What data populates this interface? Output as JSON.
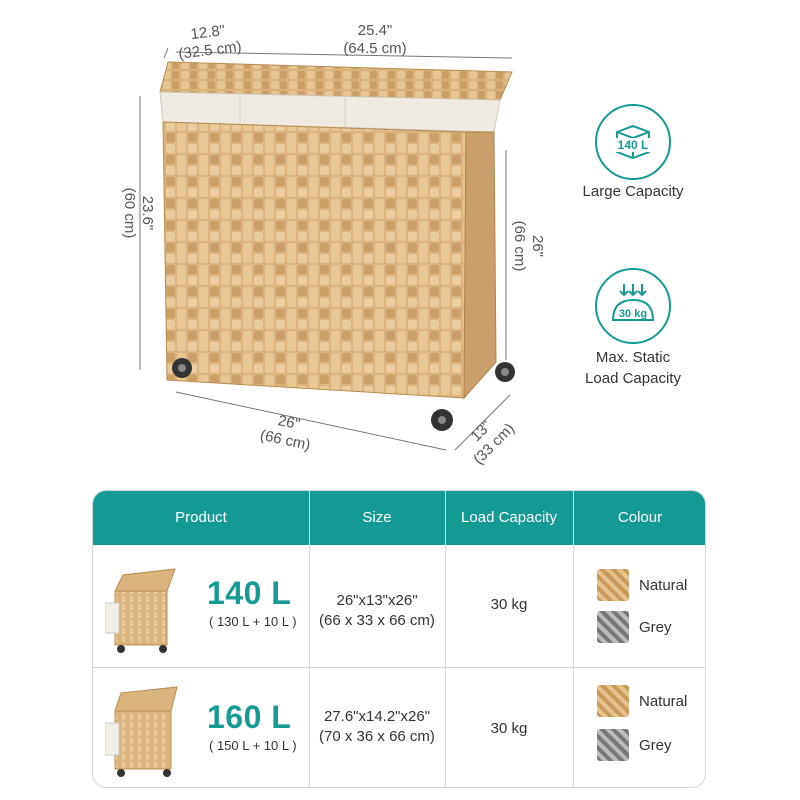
{
  "dimensions": {
    "lid_depth_in": "12.8\"",
    "lid_depth_cm": "(32.5 cm)",
    "top_width_in": "25.4\"",
    "top_width_cm": "(64.5 cm)",
    "body_height_in": "23.6\"",
    "body_height_cm": "(60 cm)",
    "total_height_in": "26\"",
    "total_height_cm": "(66 cm)",
    "base_width_in": "26\"",
    "base_width_cm": "(66 cm)",
    "base_depth_in": "13\"",
    "base_depth_cm": "(33 cm)"
  },
  "features": [
    {
      "icon": "box-icon",
      "badge": "140 L",
      "label": "Large Capacity"
    },
    {
      "icon": "weight-icon",
      "badge": "30 kg",
      "label_line1": "Max. Static",
      "label_line2": "Load Capacity"
    }
  ],
  "table": {
    "headers": [
      "Product",
      "Size",
      "Load Capacity",
      "Colour"
    ],
    "rows": [
      {
        "volume": "140 L",
        "volume_detail": "( 130 L + 10 L )",
        "size_in": "26\"x13\"x26\"",
        "size_cm": "(66 x 33 x 66 cm)",
        "load": "30 kg",
        "colours": [
          "Natural",
          "Grey"
        ]
      },
      {
        "volume": "160 L",
        "volume_detail": "( 150 L + 10 L )",
        "size_in": "27.6\"x14.2\"x26\"",
        "size_cm": "(70 x 36 x 66 cm)",
        "load": "30 kg",
        "colours": [
          "Natural",
          "Grey"
        ]
      }
    ]
  },
  "colors": {
    "accent": "#159a93",
    "natural": "#d8b27a",
    "grey": "#9a9a9a"
  }
}
